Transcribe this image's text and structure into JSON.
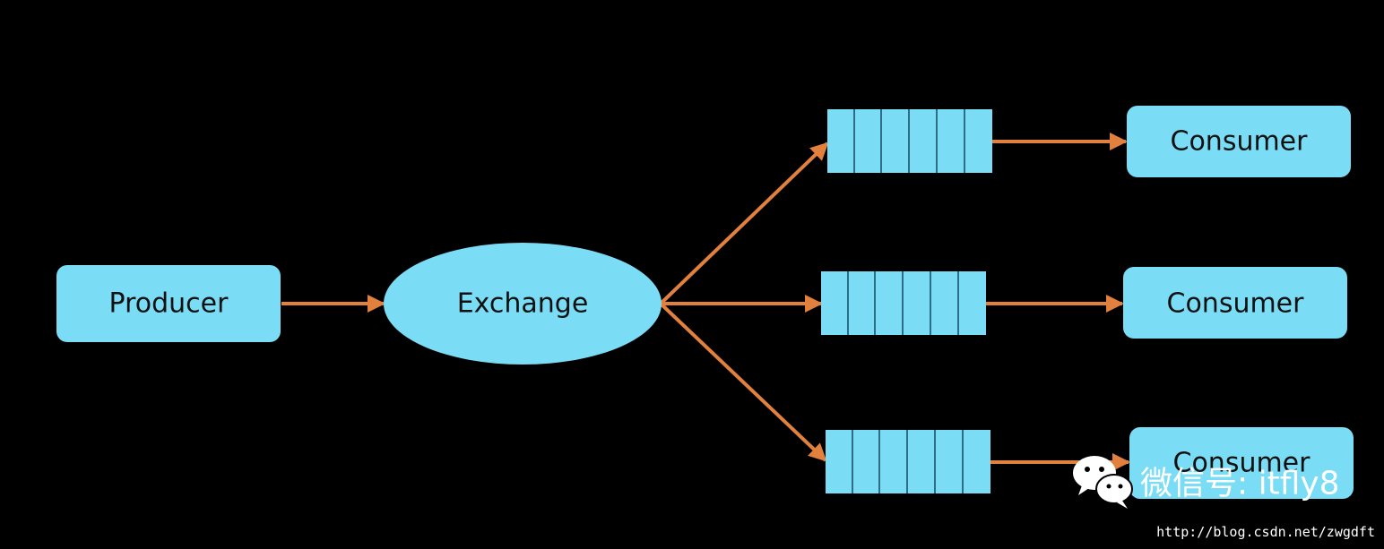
{
  "colors": {
    "node_fill": "#7adcf5",
    "arrow": "#e2803e",
    "queue_divider": "#2c6e86",
    "background": "#000000"
  },
  "nodes": {
    "producer": "Producer",
    "exchange": "Exchange",
    "consumers": [
      "Consumer",
      "Consumer",
      "Consumer"
    ]
  },
  "watermark": {
    "wechat_label": "微信号: itfly8",
    "url": "http://blog.csdn.net/zwgdft",
    "icon": "wechat-icon"
  }
}
